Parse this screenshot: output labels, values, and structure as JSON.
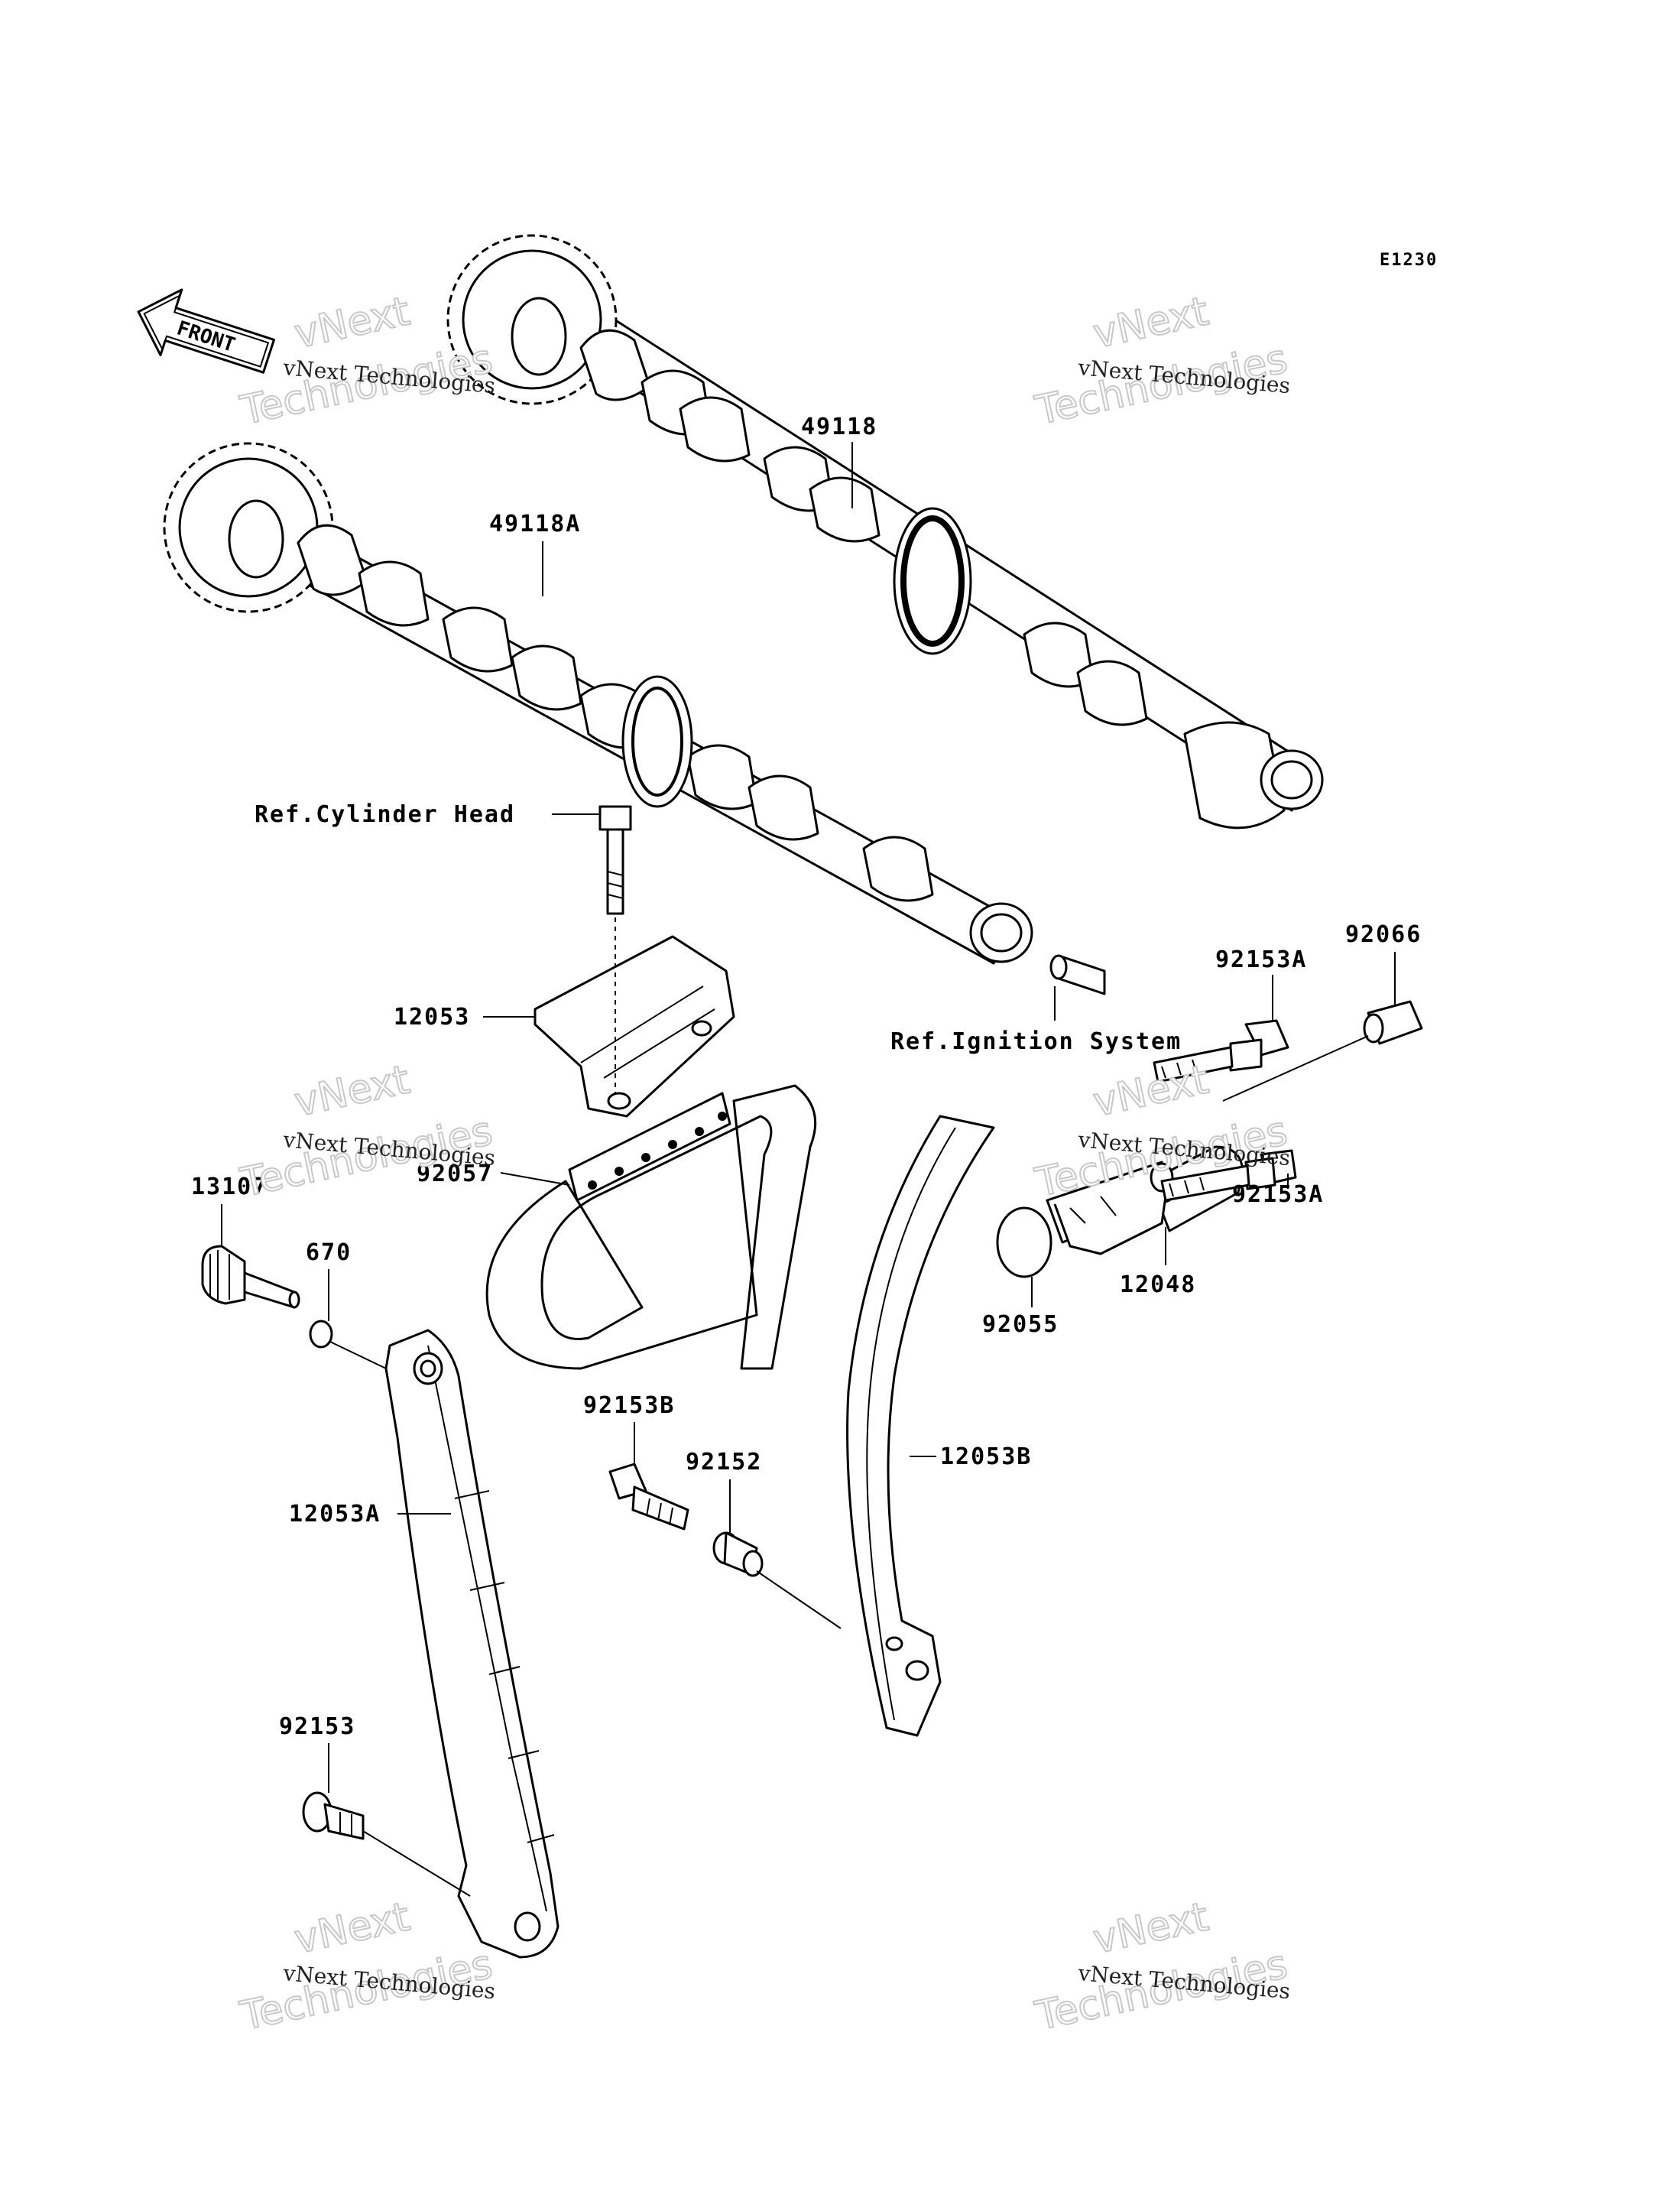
{
  "diagram_code": "E1230",
  "front_label": "FRONT",
  "watermark": {
    "line1": "vNext Technologies",
    "line2": "vNext",
    "line3": "Technologies"
  },
  "parts": {
    "camshaft_exhaust": "49118",
    "camshaft_intake": "49118A",
    "chain_guide_upper": "12053",
    "chain": "92057",
    "ref_cylinder_head": "Ref.Cylinder Head",
    "ref_ignition_system": "Ref.Ignition System",
    "bolt_92153a_top": "92153A",
    "plug": "92066",
    "bolt_92153a_bottom": "92153A",
    "tensioner": "12048",
    "o_ring_92055": "92055",
    "bolt_13107": "13107",
    "o_ring_670": "670",
    "chain_guide_rear": "12053A",
    "bolt_92153b": "92153B",
    "collar": "92152",
    "chain_guide_front": "12053B",
    "bolt_92153": "92153"
  }
}
